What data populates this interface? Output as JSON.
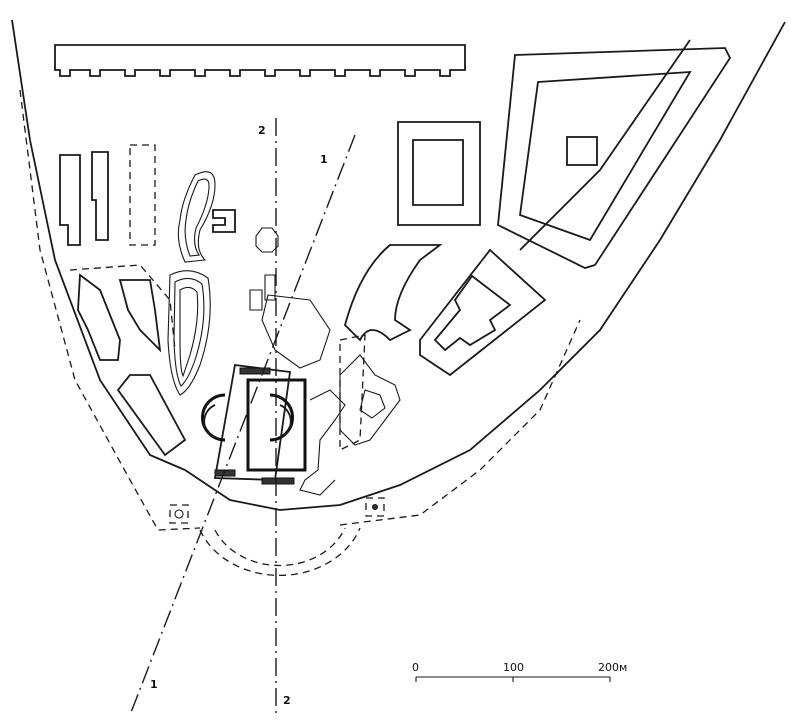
{
  "section_lines": [
    {
      "id": "1",
      "top_label": "1",
      "bottom_label": "1"
    },
    {
      "id": "2",
      "top_label": "2",
      "bottom_label": "2"
    }
  ],
  "scale_bar": {
    "ticks": [
      "0",
      "100",
      "200"
    ],
    "unit": "м"
  }
}
